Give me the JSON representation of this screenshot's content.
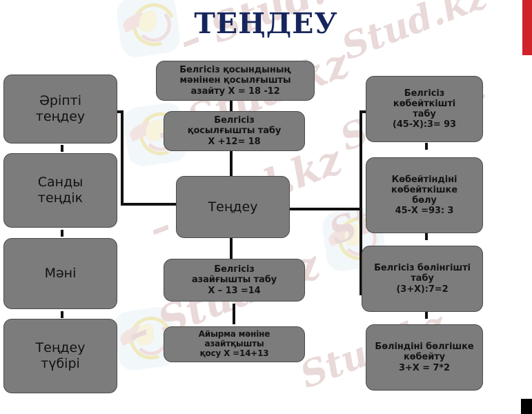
{
  "slide": {
    "title": "ТЕҢДЕУ",
    "accent_color": "#cf2229",
    "title_color": "#16265c",
    "box_fill": "#7c7c7c",
    "box_border": "#4a4a4a",
    "background": "#ffffff"
  },
  "center": {
    "label": "Теңдеу"
  },
  "left_column": [
    {
      "label": "Әріпті\nтеңдеу"
    },
    {
      "label": "Санды\nтеңдік"
    },
    {
      "label": "Мәні"
    },
    {
      "label": "Теңдеу\nтүбірі"
    }
  ],
  "middle_top": [
    {
      "label": "Белгісіз қосындының\nмәнінен қосылғышты\nазайту Х = 18  -12"
    },
    {
      "label": "Белгісіз\nқосылғышты табу\nХ +12= 18"
    }
  ],
  "middle_bottom": [
    {
      "label": "Белгісіз\nазайғышты табу\nХ – 13 =14"
    },
    {
      "label": "Айырма мәніне азайтқышты\nқосу Х =14+13"
    }
  ],
  "right_column": [
    {
      "label": "Белгісіз\nкөбейткішті\nтабу\n(45-Х):3= 93"
    },
    {
      "label": "Көбейтіндіні\nкөбейткішке\nбөлу\n45-Х =93: 3"
    },
    {
      "label": "Белгісіз бөлінгішті\nтабу\n(3+Х):7=2"
    },
    {
      "label": "Бөліндіні бөлгішке\nкөбейту\n3+Х = 7*2"
    }
  ],
  "watermarks": {
    "text": "Stud.kz",
    "text_dash": "– Stud.kz"
  }
}
